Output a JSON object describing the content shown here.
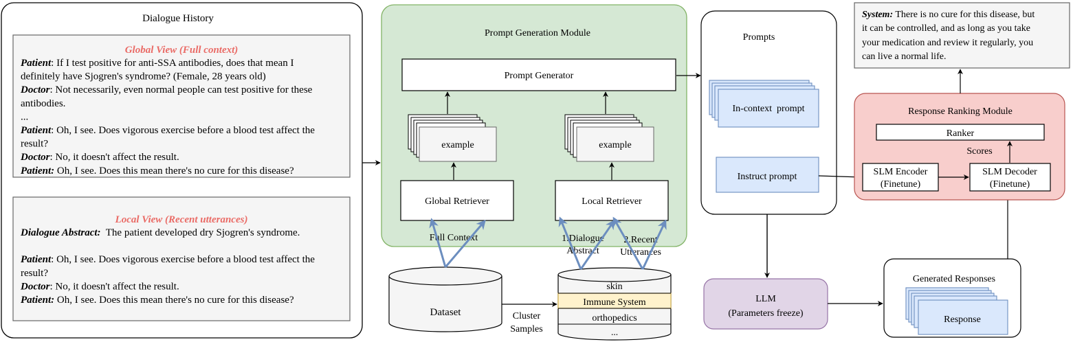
{
  "dialogue_history": {
    "title": "Dialogue History",
    "global_view": {
      "title": "Global View (Full context)",
      "lines": [
        {
          "speaker": "Patient",
          "sep": ":",
          "text": " If I test positive for anti-SSA antibodies, does that mean I"
        },
        {
          "speaker": "",
          "sep": "",
          "text": "definitely have Sjogren's syndrome? (Female, 28 years old)"
        },
        {
          "speaker": "Doctor",
          "sep": ":",
          "text": " Not necessarily, even normal people can test positive for these"
        },
        {
          "speaker": "",
          "sep": "",
          "text": "antibodies."
        },
        {
          "speaker": "",
          "sep": "",
          "text": "..."
        },
        {
          "speaker": "Patient",
          "sep": ":",
          "text": " Oh, I see. Does vigorous exercise before a blood test affect the"
        },
        {
          "speaker": "",
          "sep": "",
          "text": "result?"
        },
        {
          "speaker": "Doctor",
          "sep": ":",
          "text": " No, it doesn't affect the result."
        },
        {
          "speaker": "Patient:",
          "sep": "",
          "text": " Oh, I see. Does this mean there's no cure for this disease?"
        }
      ]
    },
    "local_view": {
      "title": "Local View (Recent utterances)",
      "lines": [
        {
          "speaker": "Dialogue Abstract:",
          "sep": "",
          "text": "  The patient developed dry Sjogren's syndrome."
        },
        {
          "speaker": "",
          "sep": "",
          "text": ""
        },
        {
          "speaker": "Patient",
          "sep": ":",
          "text": " Oh, I see. Does vigorous exercise before a blood test affect the"
        },
        {
          "speaker": "",
          "sep": "",
          "text": "result?"
        },
        {
          "speaker": "Doctor",
          "sep": ":",
          "text": " No, it doesn't affect the result."
        },
        {
          "speaker": "Patient:",
          "sep": "",
          "text": " Oh, I see. Does this mean there's no cure for this disease?"
        }
      ]
    }
  },
  "prompt_generation": {
    "title": "Prompt Generation Module",
    "generator": "Prompt Generator",
    "example_label": "example",
    "global_retriever": "Global Retriever",
    "local_retriever": "Local Retriever",
    "full_context": "Full Context",
    "dialogue_abstract_1": "1.Dialogue",
    "dialogue_abstract_2": "Abstract",
    "recent_utterances_1": "2.Recent",
    "recent_utterances_2": "Utterances"
  },
  "dataset": {
    "label": "Dataset",
    "cluster_1": "Cluster",
    "cluster_2": "Samples",
    "clusters": [
      "skin",
      "Immune System",
      "orthopedics",
      "..."
    ]
  },
  "prompts": {
    "title": "Prompts",
    "in_context": "In-context  prompt",
    "instruct": "Instruct prompt"
  },
  "llm": {
    "line1": "LLM",
    "line2": "(Parameters freeze)"
  },
  "generated": {
    "title": "Generated Responses",
    "response": "Response"
  },
  "ranking": {
    "title": "Response Ranking Module",
    "ranker": "Ranker",
    "scores": "Scores",
    "encoder_1": "SLM Encoder",
    "encoder_2": "(Finetune)",
    "decoder_1": "SLM Decoder",
    "decoder_2": "(Finetune)"
  },
  "system_output": {
    "label": "System:",
    "lines": [
      " There is no cure for this disease, but",
      "it can be controlled, and as long as you take",
      "your medication and review it regularly, you",
      "can live a normal life."
    ]
  },
  "colors": {
    "green_fill": "#d5e8d4",
    "green_stroke": "#82b366",
    "blue_fill": "#dae8fc",
    "blue_stroke": "#6c8ebf",
    "red_fill": "#f8cecc",
    "red_stroke": "#b85450",
    "purple_fill": "#e1d5e7",
    "purple_stroke": "#9673a6",
    "yellow_fill": "#fff2cc",
    "yellow_stroke": "#d6b656",
    "gray_fill": "#f5f5f5",
    "view_title": "#ea6b66",
    "retrieval_arrow": "#6c8ebf"
  }
}
